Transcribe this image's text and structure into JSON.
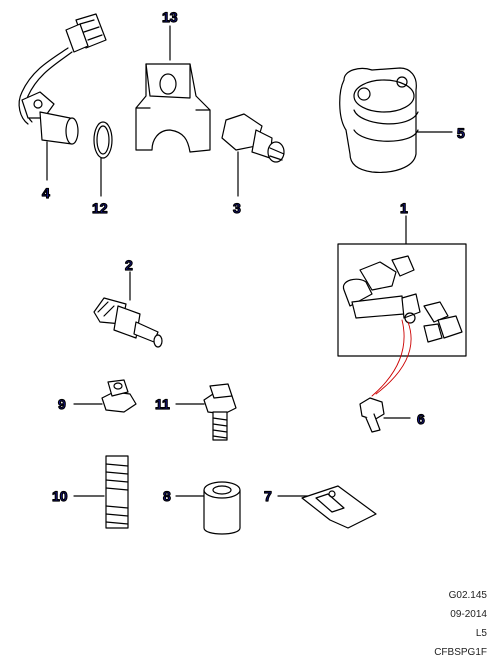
{
  "callouts": {
    "n1": "1",
    "n2": "2",
    "n3": "3",
    "n4": "4",
    "n5": "5",
    "n6": "6",
    "n7": "7",
    "n8": "8",
    "n9": "9",
    "n10": "10",
    "n11": "11",
    "n12": "12",
    "n13": "13"
  },
  "footer": {
    "ref": "G02.145",
    "date": "09-2014",
    "level": "L5",
    "code": "CFBSPG1F"
  },
  "colors": {
    "callout": "#1a1aa6",
    "line": "#000000",
    "fill": "#ffffff",
    "highlight": "#cc0000"
  }
}
